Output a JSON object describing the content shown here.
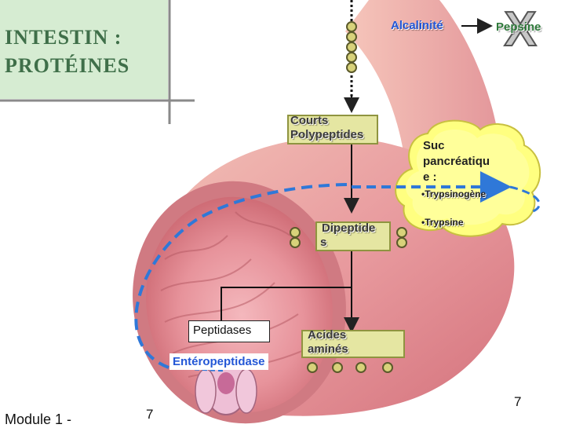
{
  "title": {
    "line1": "INTESTIN :",
    "line2": "PROTÉINES"
  },
  "labels": {
    "alcalinite": "Alcalinité",
    "pepsine": "Pepsine",
    "x_mark": "X",
    "courts_polypeptides": [
      "Courts",
      "Polypeptides"
    ],
    "suc_pancreatique": [
      "Suc",
      "pancréatiqu",
      "e :"
    ],
    "trypsinogene": "•Trypsinogène",
    "trypsine": "•Trypsine",
    "dipeptides": [
      "Dipeptide",
      "s"
    ],
    "peptidases": "Peptidases",
    "enteropeptidase": "Entéropeptidase",
    "acides_amines": [
      "Acides",
      "aminés"
    ],
    "module": "Module 1 -",
    "page_left": "7",
    "page_right": "7"
  },
  "colors": {
    "title_bg": "#d6ecd2",
    "title_text": "#3f6f49",
    "box_fill": "#e5e6a2",
    "cloud_fill": "#ffff80",
    "arrow_blue": "#2f78d8",
    "label_blue": "#2457d6",
    "tissue": "#e48a92",
    "tissue_dark": "#b85c66"
  }
}
